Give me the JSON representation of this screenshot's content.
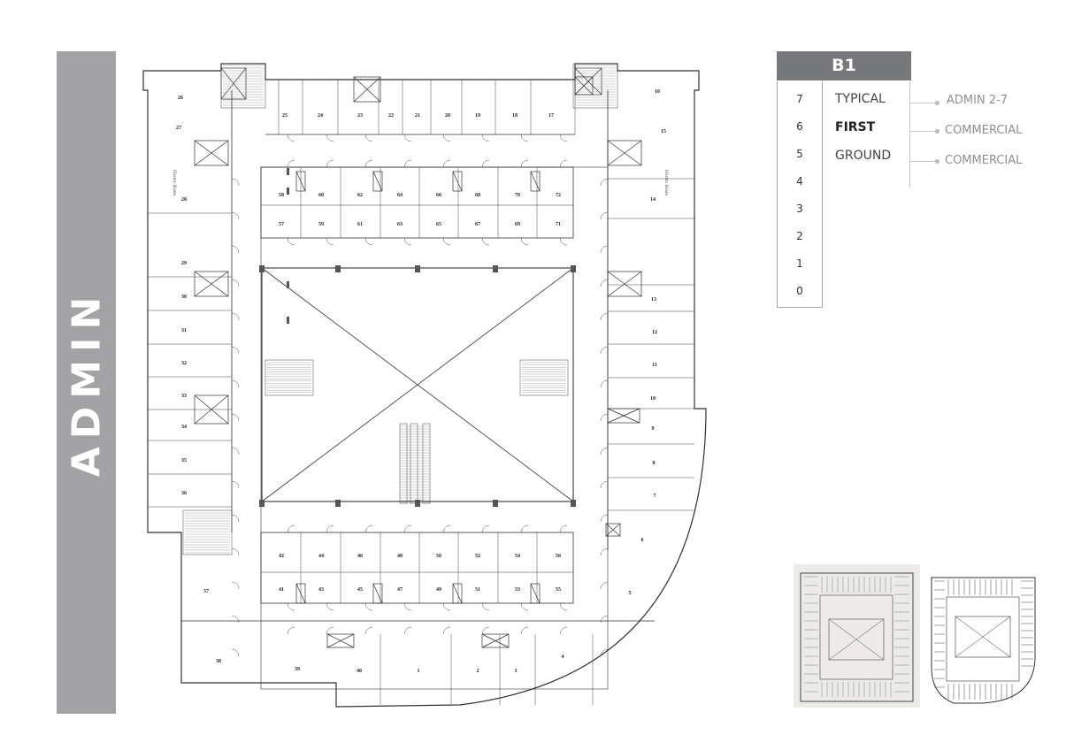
{
  "sidebar": {
    "title": "ADMIN"
  },
  "level_selector": {
    "header": "B1",
    "levels": [
      "7",
      "6",
      "5",
      "4",
      "3",
      "2",
      "1",
      "0"
    ],
    "floor_names": [
      {
        "label": "TYPICAL",
        "bold": false
      },
      {
        "label": "FIRST",
        "bold": true
      },
      {
        "label": "GROUND",
        "bold": false
      }
    ],
    "usage_labels": [
      "ADMIN 2-7",
      "COMMERCIAL",
      "COMMERCIAL"
    ]
  },
  "floor_plan": {
    "top_units": [
      "26",
      "27",
      "25",
      "24",
      "23",
      "22",
      "21",
      "20",
      "19",
      "18",
      "17",
      "16",
      "15"
    ],
    "left_units": [
      "28",
      "29",
      "30",
      "31",
      "32",
      "33",
      "34",
      "35",
      "36",
      "37",
      "38",
      "39",
      "40"
    ],
    "right_units": [
      "14",
      "13",
      "12",
      "11",
      "10",
      "9",
      "8",
      "7",
      "6",
      "5",
      "4",
      "3",
      "2",
      "1"
    ],
    "inner_top_upper": [
      "58",
      "60",
      "62",
      "64",
      "66",
      "68",
      "70",
      "72"
    ],
    "inner_top_lower": [
      "57",
      "59",
      "61",
      "63",
      "65",
      "67",
      "69",
      "71"
    ],
    "inner_bottom_upper": [
      "42",
      "44",
      "46",
      "48",
      "50",
      "52",
      "54",
      "56"
    ],
    "inner_bottom_lower": [
      "41",
      "43",
      "45",
      "47",
      "49",
      "51",
      "53",
      "55"
    ],
    "electric_room_label": "Electric Room"
  },
  "colors": {
    "banner": "#a3a3a5",
    "header": "#77787b",
    "thumb_bg": "#ecebe8"
  }
}
